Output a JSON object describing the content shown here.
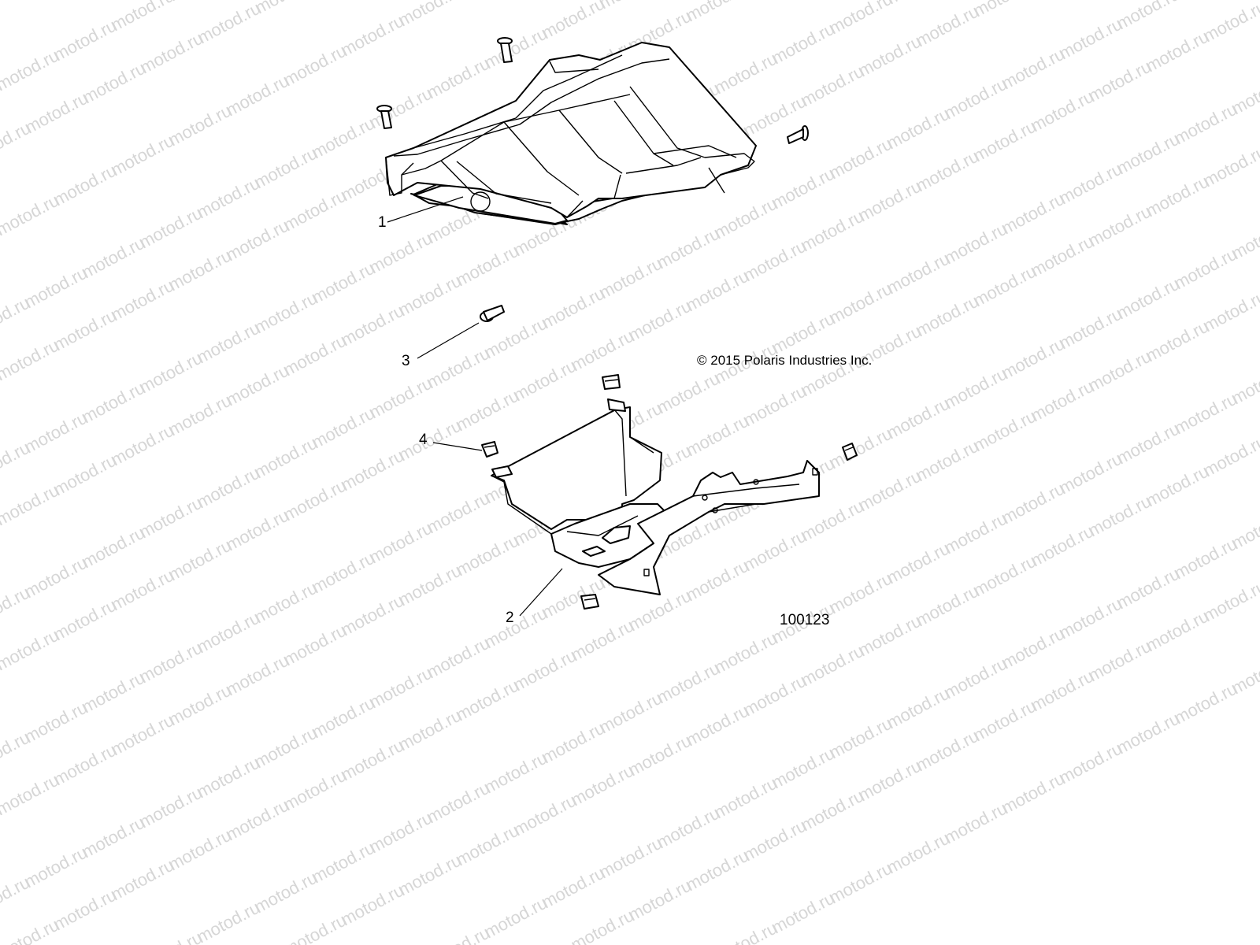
{
  "watermark": {
    "text": "motod.ru",
    "color": "#d6d6d6"
  },
  "callouts": [
    {
      "id": "1",
      "label": "1"
    },
    {
      "id": "2",
      "label": "2"
    },
    {
      "id": "3",
      "label": "3"
    },
    {
      "id": "4",
      "label": "4"
    }
  ],
  "copyright": "© 2015 Polaris Industries Inc.",
  "figure_number": "100123",
  "colors": {
    "line": "#000000",
    "background": "#ffffff",
    "watermark": "#d6d6d6"
  }
}
